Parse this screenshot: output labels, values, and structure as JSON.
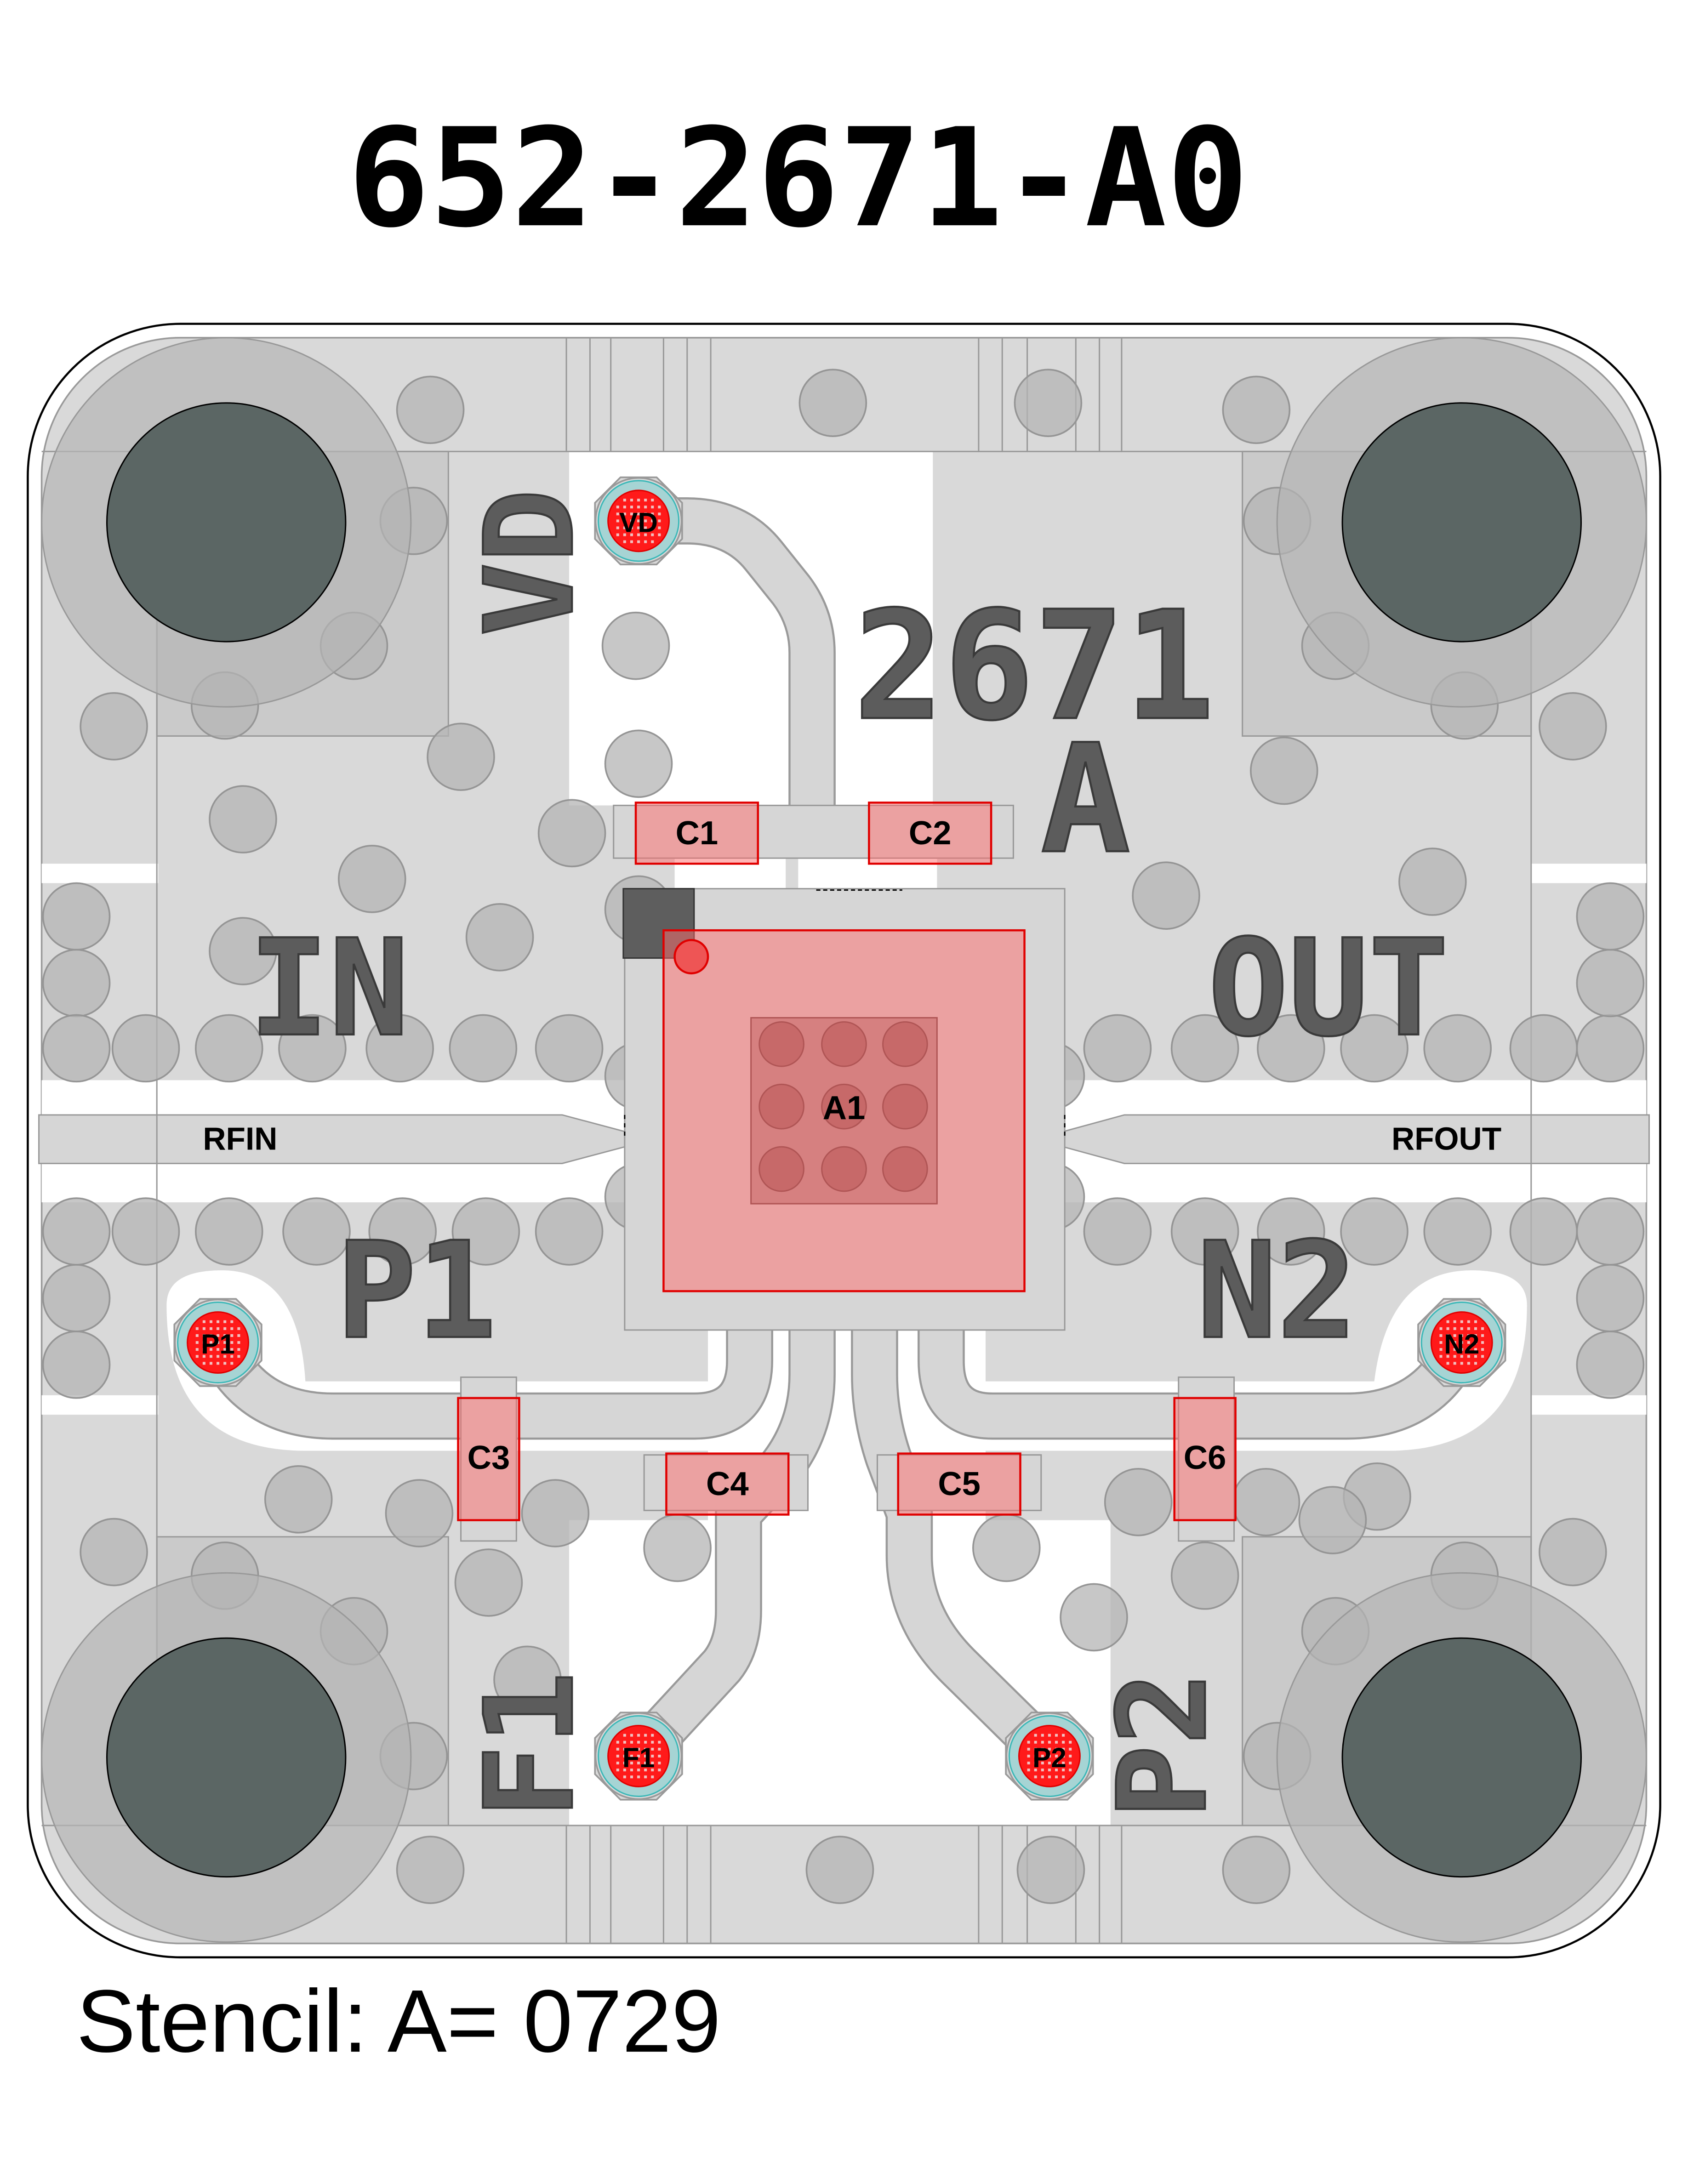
{
  "title": "652-2671-A0",
  "stencil_label": "Stencil: A= 0729",
  "silkscreen": {
    "vd": "VD",
    "part_number": "2671",
    "revision": "A",
    "in": "IN",
    "out": "OUT",
    "p1": "P1",
    "n2": "N2",
    "f1": "F1",
    "p2": "P2"
  },
  "rf_labels": {
    "rfin": "RFIN",
    "rfout": "RFOUT"
  },
  "test_points": {
    "vd": "VD",
    "p1": "P1",
    "n2": "N2",
    "f1": "F1",
    "p2": "P2"
  },
  "components": {
    "a1": "A1",
    "c1": "C1",
    "c2": "C2",
    "c3": "C3",
    "c4": "C4",
    "c5": "C5",
    "c6": "C6"
  },
  "colors": {
    "component": "#ff6b6b",
    "component_outline": "#e00000",
    "ground": "#d9d9d9",
    "mount_hole": "#5b6664",
    "pad_ring": "#a6d4d4"
  }
}
